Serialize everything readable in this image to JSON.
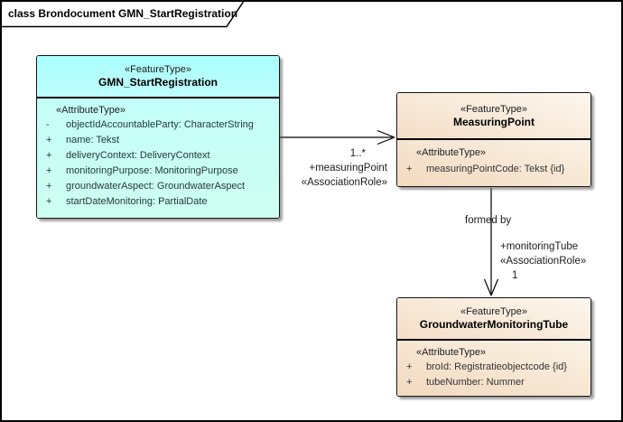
{
  "frame": {
    "title": "class Brondocument GMN_StartRegistration"
  },
  "classes": [
    {
      "stereotype": "«FeatureType»",
      "name": "GMN_StartRegistration",
      "attr_header": "«AttributeType»",
      "fill": "#B5FEFF",
      "attributes": [
        {
          "prefix": "-",
          "text": "objectIdAccountableParty: CharacterString"
        },
        {
          "prefix": "+",
          "text": "name: Tekst"
        },
        {
          "prefix": "+",
          "text": "deliveryContext: DeliveryContext"
        },
        {
          "prefix": "+",
          "text": "monitoringPurpose: MonitoringPurpose"
        },
        {
          "prefix": "+",
          "text": "groundwaterAspect: GroundwaterAspect"
        },
        {
          "prefix": "+",
          "text": "startDateMonitoring: PartialDate"
        }
      ]
    },
    {
      "stereotype": "«FeatureType»",
      "name": "MeasuringPoint",
      "attr_header": "«AttributeType»",
      "fill": "#F6E3CD",
      "attributes": [
        {
          "prefix": "+",
          "text": "measuringPointCode: Tekst {id}"
        }
      ]
    },
    {
      "stereotype": "«FeatureType»",
      "name": "GroundwaterMonitoringTube",
      "attr_header": "«AttributeType»",
      "fill": "#F6E3CD",
      "attributes": [
        {
          "prefix": "+",
          "text": "broId: Registratieobjectcode {id}"
        },
        {
          "prefix": "+",
          "text": "tubeNumber: Nummer"
        }
      ]
    }
  ],
  "associations": [
    {
      "from": "GMN_StartRegistration",
      "to": "MeasuringPoint",
      "multiplicity": "1..*",
      "role": "+measuringPoint",
      "stereotype": "«AssociationRole»"
    },
    {
      "from": "MeasuringPoint",
      "to": "GroundwaterMonitoringTube",
      "name": "formed by",
      "multiplicity": "1",
      "role": "+monitoringTube",
      "stereotype": "«AssociationRole»"
    }
  ],
  "colors": {
    "cyan_fill_top": "#AAFEFF",
    "cyan_fill_bottom": "#CEFEF1",
    "peach_fill_top": "#FDF7EE",
    "peach_fill_bottom": "#F2D9BE",
    "border": "#141414",
    "connector": "#000000",
    "background": "#FFFFFF"
  }
}
